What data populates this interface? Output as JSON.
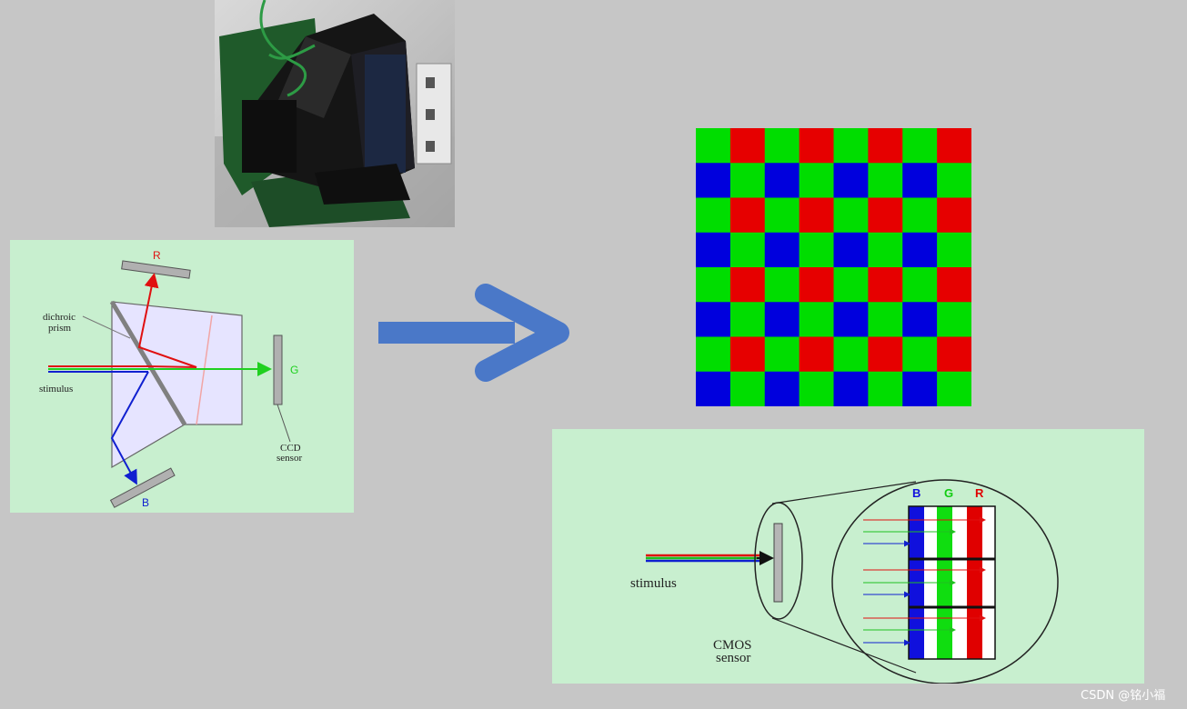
{
  "prism_diagram": {
    "label_r": "R",
    "label_g": "G",
    "label_b": "B",
    "label_prism_line1": "dichroic",
    "label_prism_line2": "prism",
    "label_stimulus": "stimulus",
    "label_sensor_line1": "CCD",
    "label_sensor_line2": "sensor"
  },
  "bayer": {
    "rows": [
      [
        "G",
        "R",
        "G",
        "R",
        "G",
        "R",
        "G",
        "R"
      ],
      [
        "B",
        "G",
        "B",
        "G",
        "B",
        "G",
        "B",
        "G"
      ],
      [
        "G",
        "R",
        "G",
        "R",
        "G",
        "R",
        "G",
        "R"
      ],
      [
        "B",
        "G",
        "B",
        "G",
        "B",
        "G",
        "B",
        "G"
      ],
      [
        "G",
        "R",
        "G",
        "R",
        "G",
        "R",
        "G",
        "R"
      ],
      [
        "B",
        "G",
        "B",
        "G",
        "B",
        "G",
        "B",
        "G"
      ],
      [
        "G",
        "R",
        "G",
        "R",
        "G",
        "R",
        "G",
        "R"
      ],
      [
        "B",
        "G",
        "B",
        "G",
        "B",
        "G",
        "B",
        "G"
      ]
    ],
    "colors": {
      "R": "#e60000",
      "G": "#00dd00",
      "B": "#0000dd"
    }
  },
  "cmos_diagram": {
    "label_stimulus": "stimulus",
    "label_sensor_line1": "CMOS",
    "label_sensor_line2": "sensor",
    "layer_b": "B",
    "layer_g": "G",
    "layer_r": "R"
  },
  "watermark": "CSDN @铭小福"
}
